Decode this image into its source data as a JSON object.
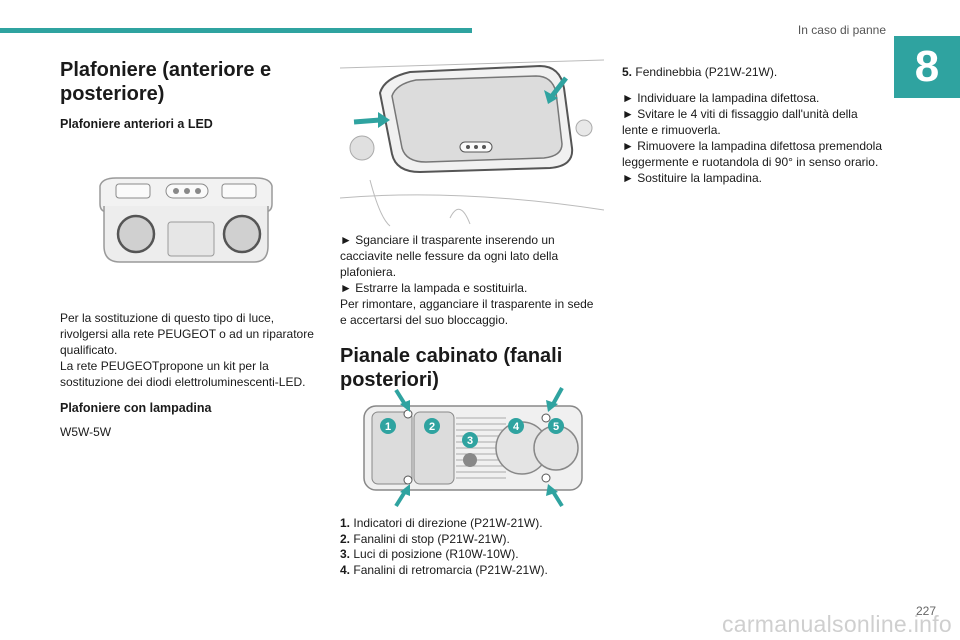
{
  "header": {
    "section": "In caso di panne",
    "chapter": "8"
  },
  "col1": {
    "title": "Plafoniere (anteriore e posteriore)",
    "subtitle_led": "Plafoniere anteriori a LED",
    "para1": "Per la sostituzione di questo tipo di luce, rivolgersi alla rete PEUGEOT o ad un riparatore qualificato.",
    "para2": "La rete PEUGEOTpropone un kit per la sostituzione dei diodi elettroluminescenti-LED.",
    "subtitle_bulb": "Plafoniere con lampadina",
    "bulb_type": "W5W-5W"
  },
  "col2": {
    "step1": "► Sganciare il trasparente inserendo un cacciavite nelle fessure da ogni lato della plafoniera.",
    "step2": "► Estrarre la lampada e sostituirla.",
    "para": "Per rimontare, agganciare il trasparente in sede e accertarsi del suo bloccaggio.",
    "title2": "Pianale cabinato (fanali posteriori)",
    "callouts": [
      "1",
      "2",
      "3",
      "4",
      "5"
    ],
    "list": [
      {
        "num": "1.",
        "text": "Indicatori di direzione (P21W-21W)."
      },
      {
        "num": "2.",
        "text": "Fanalini di stop (P21W-21W)."
      },
      {
        "num": "3.",
        "text": "Luci di posizione (R10W-10W)."
      },
      {
        "num": "4.",
        "text": "Fanalini di retromarcia (P21W-21W)."
      }
    ]
  },
  "col3": {
    "item5_num": "5.",
    "item5_text": "Fendinebbia (P21W-21W).",
    "step1": "► Individuare la lampadina difettosa.",
    "step2": "► Svitare le 4 viti di fissaggio dall'unità della lente e rimuoverla.",
    "step3": "► Rimuovere la lampadina difettosa premendola leggermente e ruotandola di 90° in senso orario.",
    "step4": "► Sostituire la lampadina."
  },
  "footer": {
    "page_number": "227",
    "watermark": "carmanualsonline.info"
  },
  "colors": {
    "accent": "#2fa3a0"
  }
}
